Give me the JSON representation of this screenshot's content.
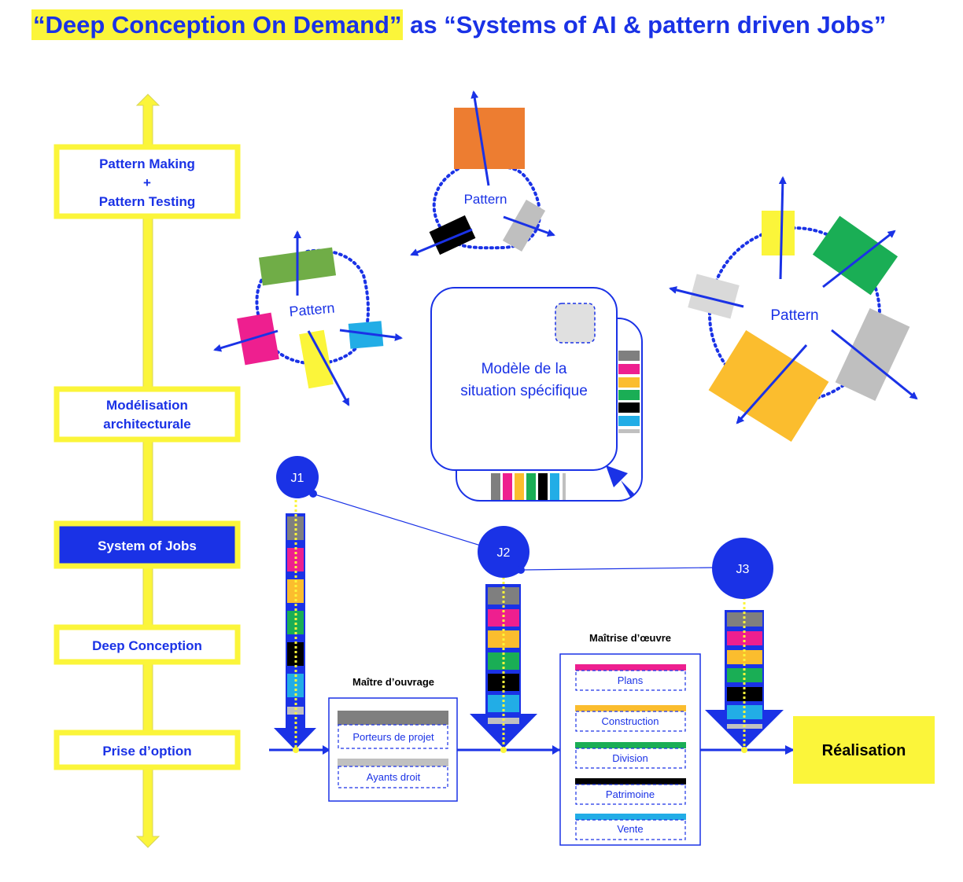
{
  "title": {
    "highlight": "“Deep Conception On Demand”",
    "rest": " as “Systems of AI & pattern driven Jobs”"
  },
  "scale": {
    "levels": [
      "Pattern Making",
      "+",
      "Pattern Testing",
      "Modélisation",
      "architecturale",
      "System of Jobs",
      "Deep Conception",
      "Prise d’option"
    ]
  },
  "patterns": {
    "label": "Pattern"
  },
  "model": {
    "line1": "Modèle de la",
    "line2": "situation spécifique"
  },
  "jobs": {
    "j1": "J1",
    "j2": "J2",
    "j3": "J3"
  },
  "maitre_ouvrage": {
    "title": "Maître d’ouvrage",
    "items": [
      "Porteurs de projet",
      "Ayants droit"
    ]
  },
  "maitrise_oeuvre": {
    "title": "Maîtrise d’œuvre",
    "items": [
      "Plans",
      "Construction",
      "Division",
      "Patrimoine",
      "Vente"
    ]
  },
  "realisation": "Réalisation",
  "colors": {
    "blue": "#1a32e6",
    "yellow": "#fbf53a",
    "gray": "#7f7f7f",
    "magenta": "#ee1f8f",
    "orange": "#fbbd2e",
    "green": "#1aae55",
    "black": "#000000",
    "cyan": "#22ade6",
    "lightgray": "#c0c0c0"
  }
}
